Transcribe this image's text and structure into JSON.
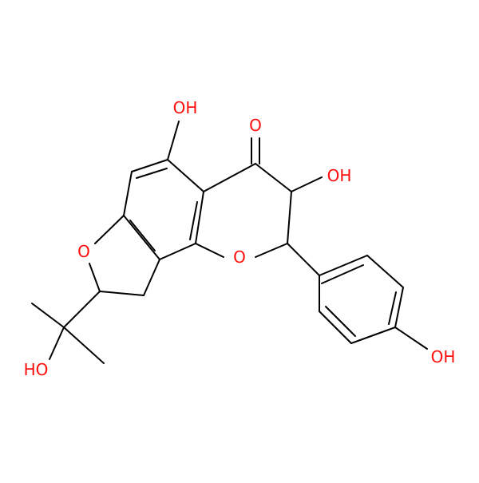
{
  "molecule": {
    "atom_labels": {
      "oh_top": "OH",
      "o_carbonyl": "O",
      "oh_right": "OH",
      "o_furan": "O",
      "o_pyran": "O",
      "ho_bottom": "HO",
      "oh_phenol": "OH"
    },
    "colors": {
      "bond": "#000000",
      "heteroatom_oxygen": "#ff0d0d",
      "background": "#ffffff"
    }
  }
}
